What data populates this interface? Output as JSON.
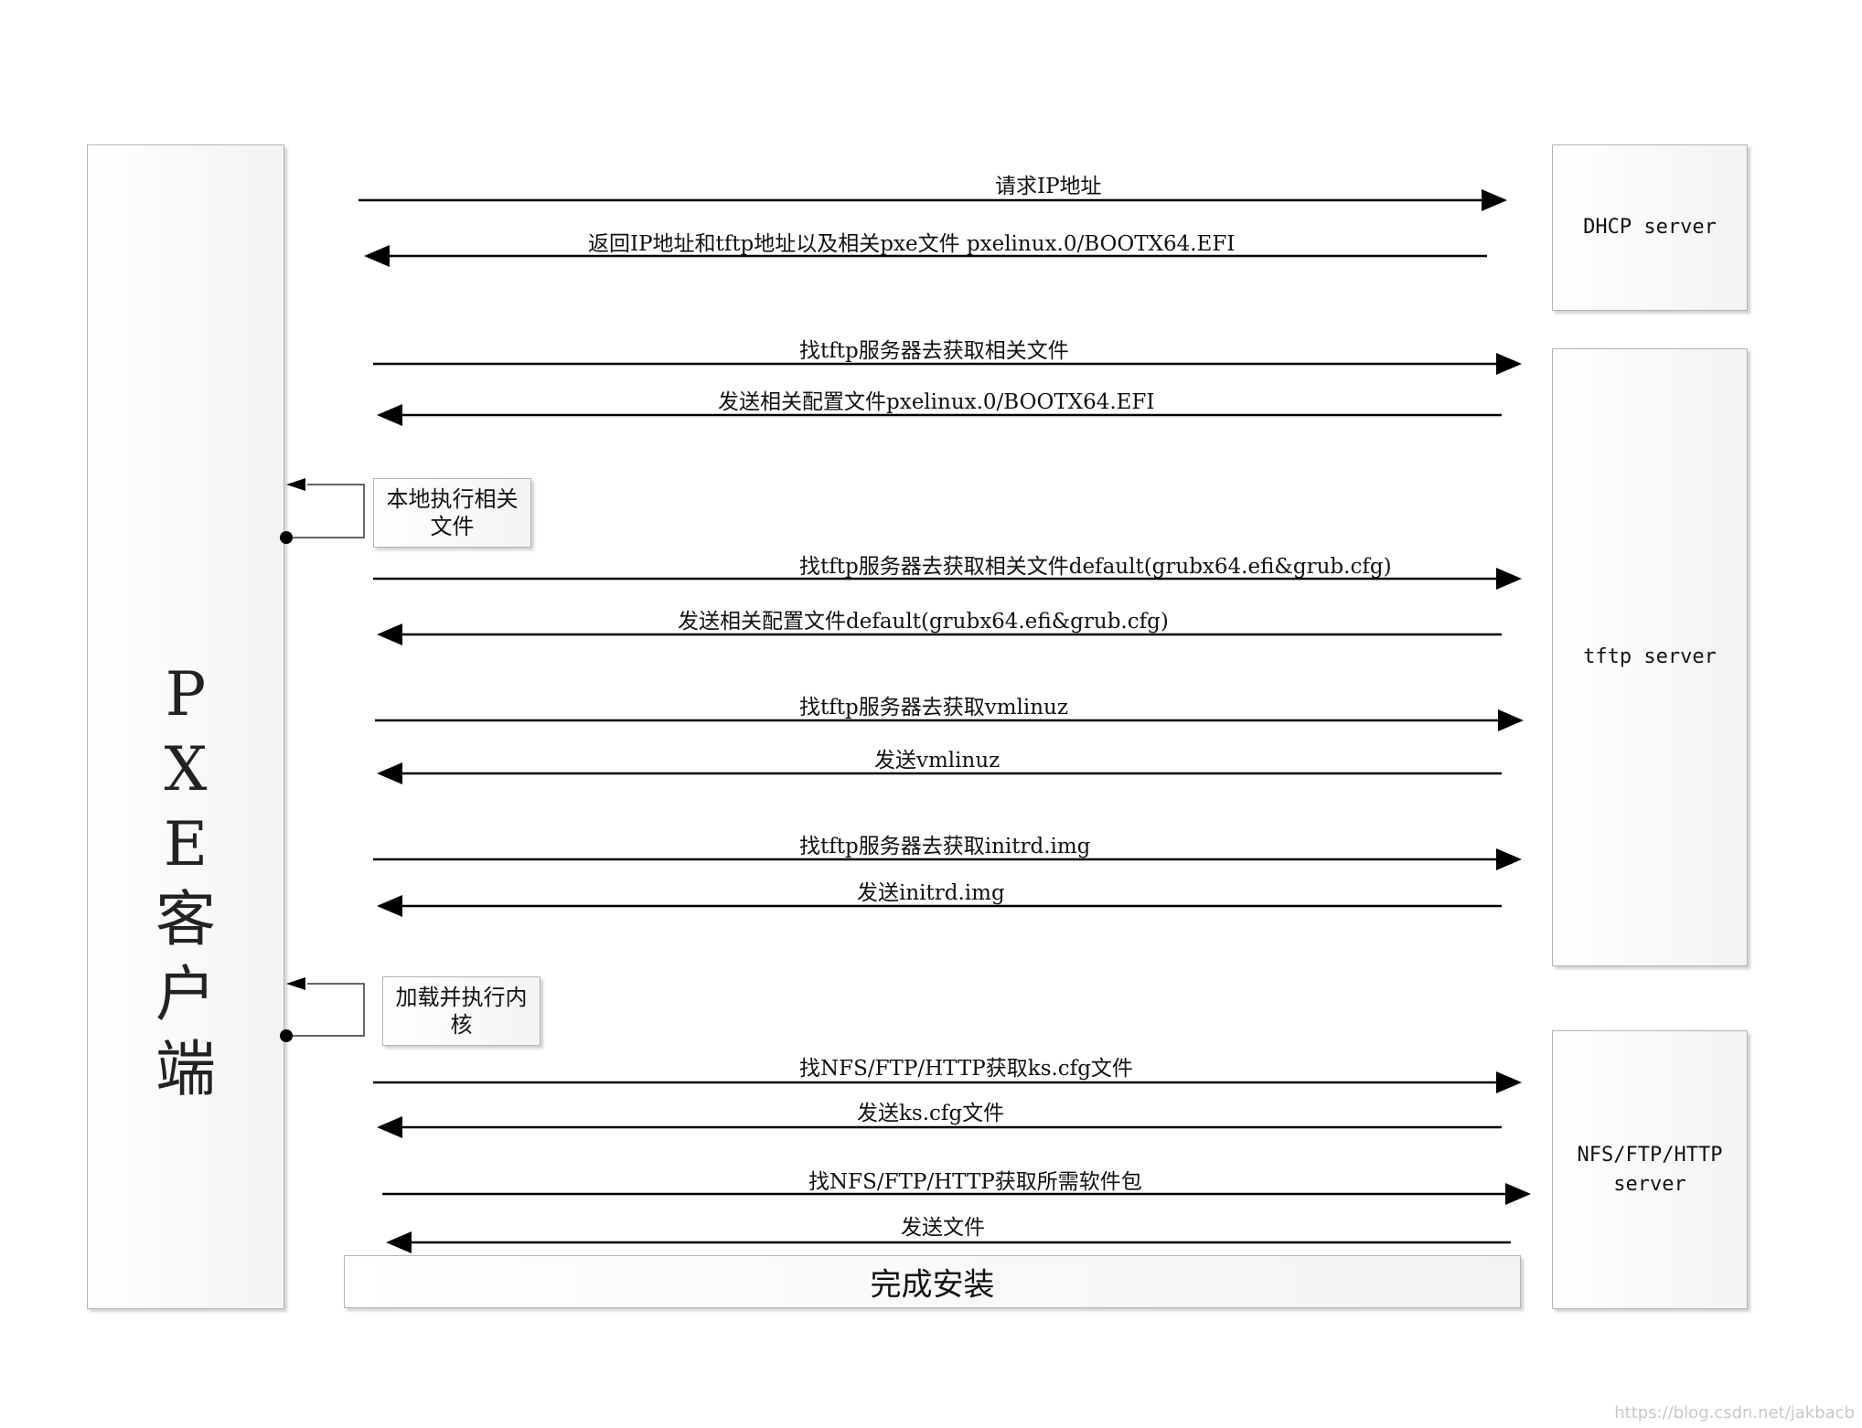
{
  "client": {
    "label": "P\nX\nE\n客\n户\n端"
  },
  "servers": {
    "dhcp": "DHCP server",
    "tftp": "tftp server",
    "nfs": "NFS/FTP/HTTP\nserver"
  },
  "notes": {
    "local_exec": "本地执行相关\n文件",
    "load_kernel": "加载并执行内\n核"
  },
  "messages": [
    {
      "text": "请求IP地址",
      "direction": "right"
    },
    {
      "text": "返回IP地址和tftp地址以及相关pxe文件 pxelinux.0/BOOTX64.EFI",
      "direction": "left"
    },
    {
      "text": "找tftp服务器去获取相关文件",
      "direction": "right"
    },
    {
      "text": "发送相关配置文件pxelinux.0/BOOTX64.EFI",
      "direction": "left"
    },
    {
      "text": "找tftp服务器去获取相关文件default(grubx64.efi&grub.cfg)",
      "direction": "right"
    },
    {
      "text": "发送相关配置文件default(grubx64.efi&grub.cfg)",
      "direction": "left"
    },
    {
      "text": "找tftp服务器去获取vmlinuz",
      "direction": "right"
    },
    {
      "text": "发送vmlinuz",
      "direction": "left"
    },
    {
      "text": "找tftp服务器去获取initrd.img",
      "direction": "right"
    },
    {
      "text": "发送initrd.img",
      "direction": "left"
    },
    {
      "text": "找NFS/FTP/HTTP获取ks.cfg文件",
      "direction": "right"
    },
    {
      "text": "发送ks.cfg文件",
      "direction": "left"
    },
    {
      "text": "找NFS/FTP/HTTP获取所需软件包",
      "direction": "right"
    },
    {
      "text": "发送文件",
      "direction": "left"
    }
  ],
  "final": {
    "label": "完成安装"
  },
  "watermark": "https://blog.csdn.net/jakbacb"
}
